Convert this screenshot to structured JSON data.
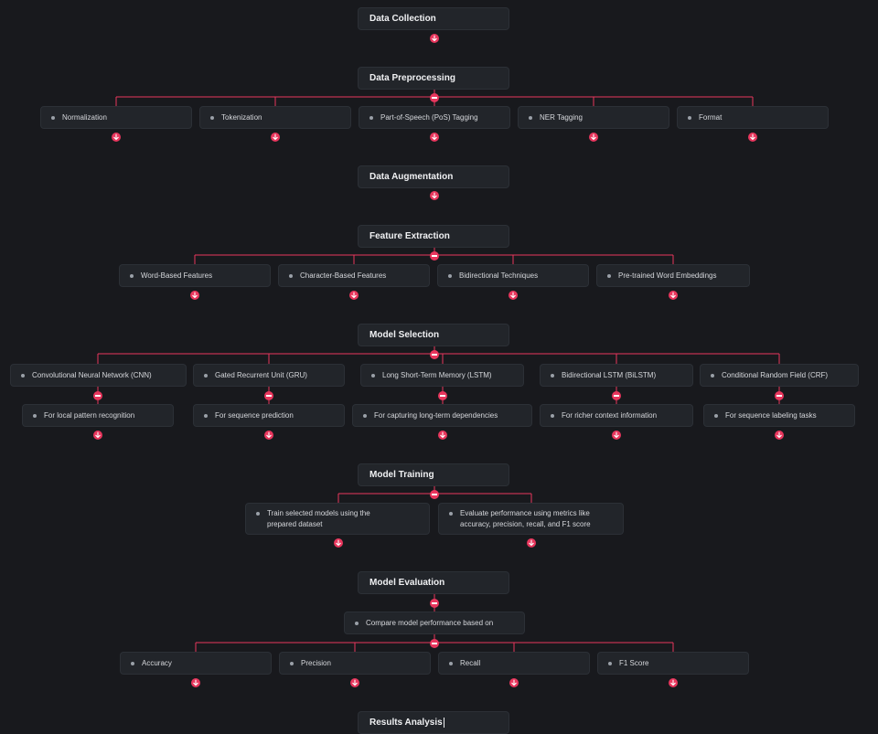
{
  "colors": {
    "background": "#18191d",
    "node": "#22252a",
    "accent": "#e8365d"
  },
  "stages": {
    "data_collection": "Data Collection",
    "data_preprocessing": "Data Preprocessing",
    "data_augmentation": "Data Augmentation",
    "feature_extraction": "Feature Extraction",
    "model_selection": "Model Selection",
    "model_training": "Model Training",
    "model_evaluation": "Model Evaluation",
    "results_analysis": "Results Analysis"
  },
  "preprocessing_items": [
    "Normalization",
    "Tokenization",
    "Part-of-Speech (PoS) Tagging",
    "NER Tagging",
    "Format"
  ],
  "feature_items": [
    "Word-Based Features",
    "Character-Based Features",
    "Bidirectional Techniques",
    "Pre-trained Word Embeddings"
  ],
  "models": [
    {
      "name": "Convolutional Neural Network (CNN)",
      "purpose": "For local pattern recognition"
    },
    {
      "name": "Gated Recurrent Unit (GRU)",
      "purpose": "For sequence prediction"
    },
    {
      "name": "Long Short-Term Memory (LSTM)",
      "purpose": "For capturing long-term dependencies"
    },
    {
      "name": "Bidirectional LSTM (BiLSTM)",
      "purpose": "For richer context information"
    },
    {
      "name": "Conditional Random Field (CRF)",
      "purpose": "For sequence labeling tasks"
    }
  ],
  "training_items": [
    "Train selected models using the\nprepared dataset",
    "Evaluate performance using metrics like\naccuracy, precision, recall, and F1 score"
  ],
  "evaluation_item": "Compare model performance based on",
  "metrics": [
    "Accuracy",
    "Precision",
    "Recall",
    "F1 Score"
  ],
  "icons": {
    "collapse": "minus-circle-icon",
    "expand": "arrow-down-circle-icon"
  }
}
